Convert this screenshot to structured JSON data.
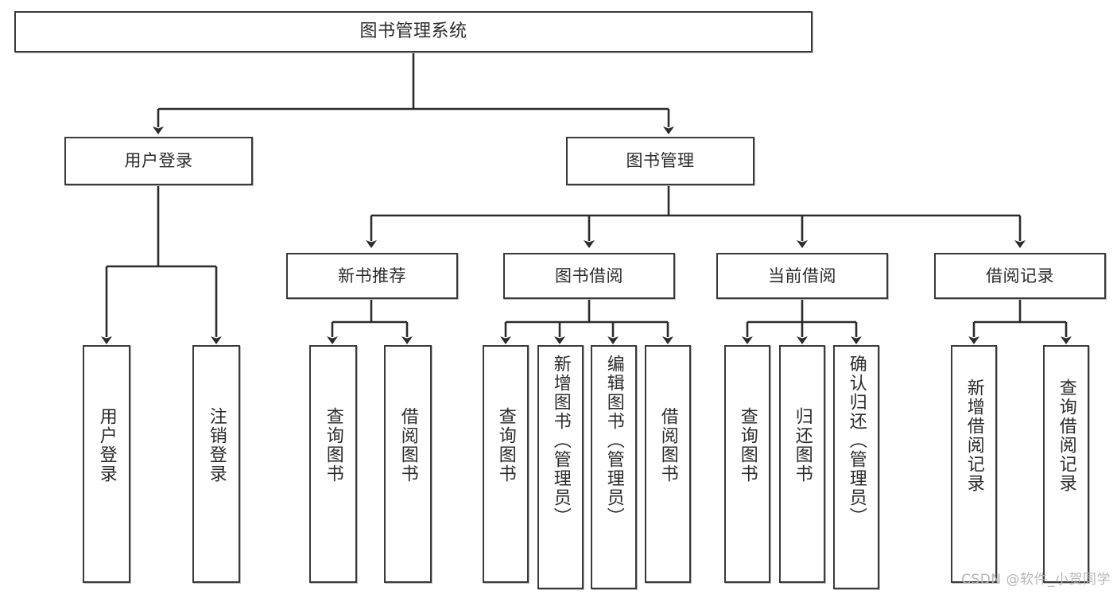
{
  "diagram": {
    "title": "图书管理系统",
    "type": "tree",
    "watermark": "CSDN @软件_小贺同学",
    "colors": {
      "box_border": "#3a3a3a",
      "box_fill": "#ffffff",
      "edge": "#2b2b2b",
      "text": "#2b2b2b",
      "watermark": "#b6b6b6"
    },
    "nodes": {
      "root": {
        "label": "图书管理系统"
      },
      "level2": [
        {
          "id": "user-login",
          "label": "用户登录"
        },
        {
          "id": "book-management",
          "label": "图书管理"
        }
      ],
      "level3": [
        {
          "id": "new-book-recommend",
          "label": "新书推荐"
        },
        {
          "id": "book-borrow",
          "label": "图书借阅"
        },
        {
          "id": "current-borrow",
          "label": "当前借阅"
        },
        {
          "id": "borrow-record",
          "label": "借阅记录"
        }
      ],
      "leaves": {
        "user_login": [
          {
            "id": "leaf-user-login",
            "label": "用户登录"
          },
          {
            "id": "leaf-logout-login",
            "label": "注销登录"
          }
        ],
        "new_book_recommend": [
          {
            "id": "leaf-query-book-1",
            "label": "查询图书"
          },
          {
            "id": "leaf-borrow-book-1",
            "label": "借阅图书"
          }
        ],
        "book_borrow": [
          {
            "id": "leaf-query-book-2",
            "label": "查询图书"
          },
          {
            "id": "leaf-add-book",
            "label": "新增图书（管理员）"
          },
          {
            "id": "leaf-edit-book",
            "label": "编辑图书（管理员）"
          },
          {
            "id": "leaf-borrow-book-2",
            "label": "借阅图书"
          }
        ],
        "current_borrow": [
          {
            "id": "leaf-query-book-3",
            "label": "查询图书"
          },
          {
            "id": "leaf-return-book",
            "label": "归还图书"
          },
          {
            "id": "leaf-confirm-return",
            "label": "确认归还（管理员）"
          }
        ],
        "borrow_record": [
          {
            "id": "leaf-add-record",
            "label": "新增借阅记录"
          },
          {
            "id": "leaf-query-record",
            "label": "查询借阅记录"
          }
        ]
      }
    }
  }
}
